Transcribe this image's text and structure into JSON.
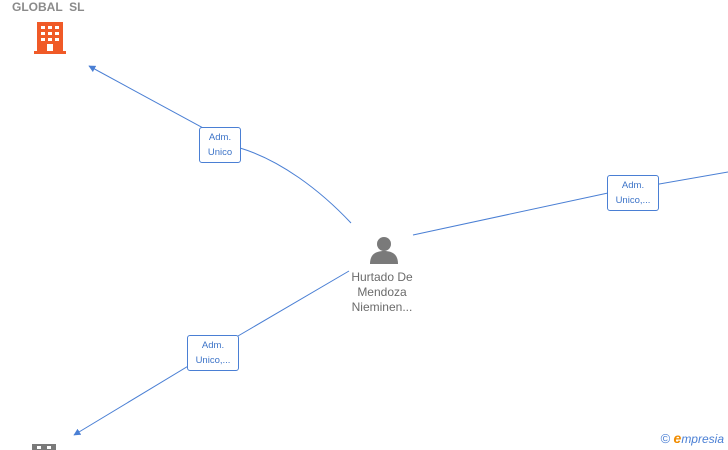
{
  "company": {
    "name": "GLOBAL  SL",
    "icon": "building-icon",
    "icon_color": "#f05a28"
  },
  "person": {
    "icon": "person-icon",
    "name_lines": [
      "Hurtado De",
      "Mendoza",
      "Nieminen..."
    ]
  },
  "bottom_node": {
    "icon": "building-icon"
  },
  "edges": [
    {
      "label_lines": [
        "Adm.",
        "Unico"
      ]
    },
    {
      "label_lines": [
        "Adm.",
        "Unico,..."
      ]
    },
    {
      "label_lines": [
        "Adm.",
        "Unico,..."
      ]
    }
  ],
  "colors": {
    "edge": "#4a7fd4",
    "text_muted": "#6b6b6b",
    "icon_gray": "#7a7a7a"
  },
  "watermark": {
    "copyright_symbol": "©",
    "brand_initial": "e",
    "brand_rest": "mpresia"
  }
}
